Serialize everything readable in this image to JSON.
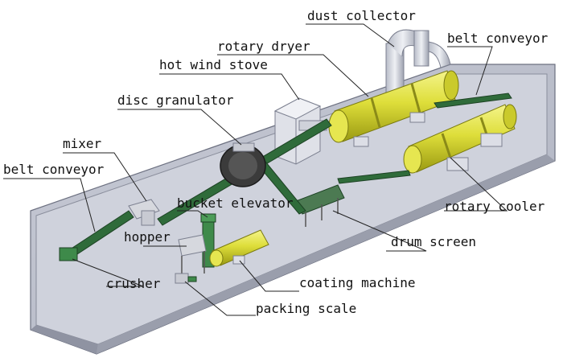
{
  "diagram": {
    "labels": {
      "dust_collector": "dust collector",
      "rotary_dryer": "rotary dryer",
      "belt_conveyor_right": "belt conveyor",
      "hot_wind_stove": "hot wind stove",
      "disc_granulator": "disc granulator",
      "mixer": "mixer",
      "belt_conveyor_left": "belt conveyor",
      "bucket_elevator": "bucket elevator",
      "hopper": "hopper",
      "rotary_cooler": "rotary cooler",
      "drum_screen": "drum screen",
      "crusher": "crusher",
      "coating_machine": "coating machine",
      "packing_scale": "packing scale"
    }
  }
}
